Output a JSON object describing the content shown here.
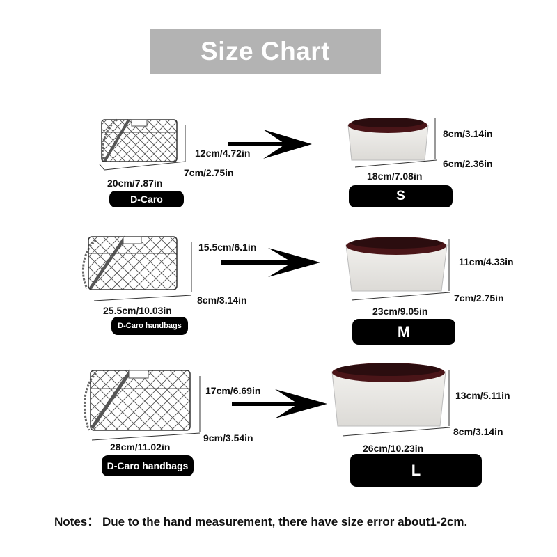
{
  "title": "Size Chart",
  "rows": [
    {
      "bag_height": "12cm/4.72in",
      "bag_depth": "7cm/2.75in",
      "bag_width": "20cm/7.87in",
      "bag_label": "D-Caro",
      "insert_height": "8cm/3.14in",
      "insert_depth": "6cm/2.36in",
      "insert_width": "18cm/7.08in",
      "size": "S"
    },
    {
      "bag_height": "15.5cm/6.1in",
      "bag_depth": "8cm/3.14in",
      "bag_width": "25.5cm/10.03in",
      "bag_label": "D-Caro handbags",
      "insert_height": "11cm/4.33in",
      "insert_depth": "7cm/2.75in",
      "insert_width": "23cm/9.05in",
      "size": "M"
    },
    {
      "bag_height": "17cm/6.69in",
      "bag_depth": "9cm/3.54in",
      "bag_width": "28cm/11.02in",
      "bag_label": "D-Caro handbags",
      "insert_height": "13cm/5.11in",
      "insert_depth": "8cm/3.14in",
      "insert_width": "26cm/10.23in",
      "size": "L"
    }
  ],
  "note": "Notes： Due to the hand measurement, there have size error about1-2cm.",
  "colors": {
    "title_bg": "#b3b3b3",
    "pill_bg": "#000000",
    "insert_lining": "#4a1518",
    "insert_body": "#e9e7e3"
  }
}
